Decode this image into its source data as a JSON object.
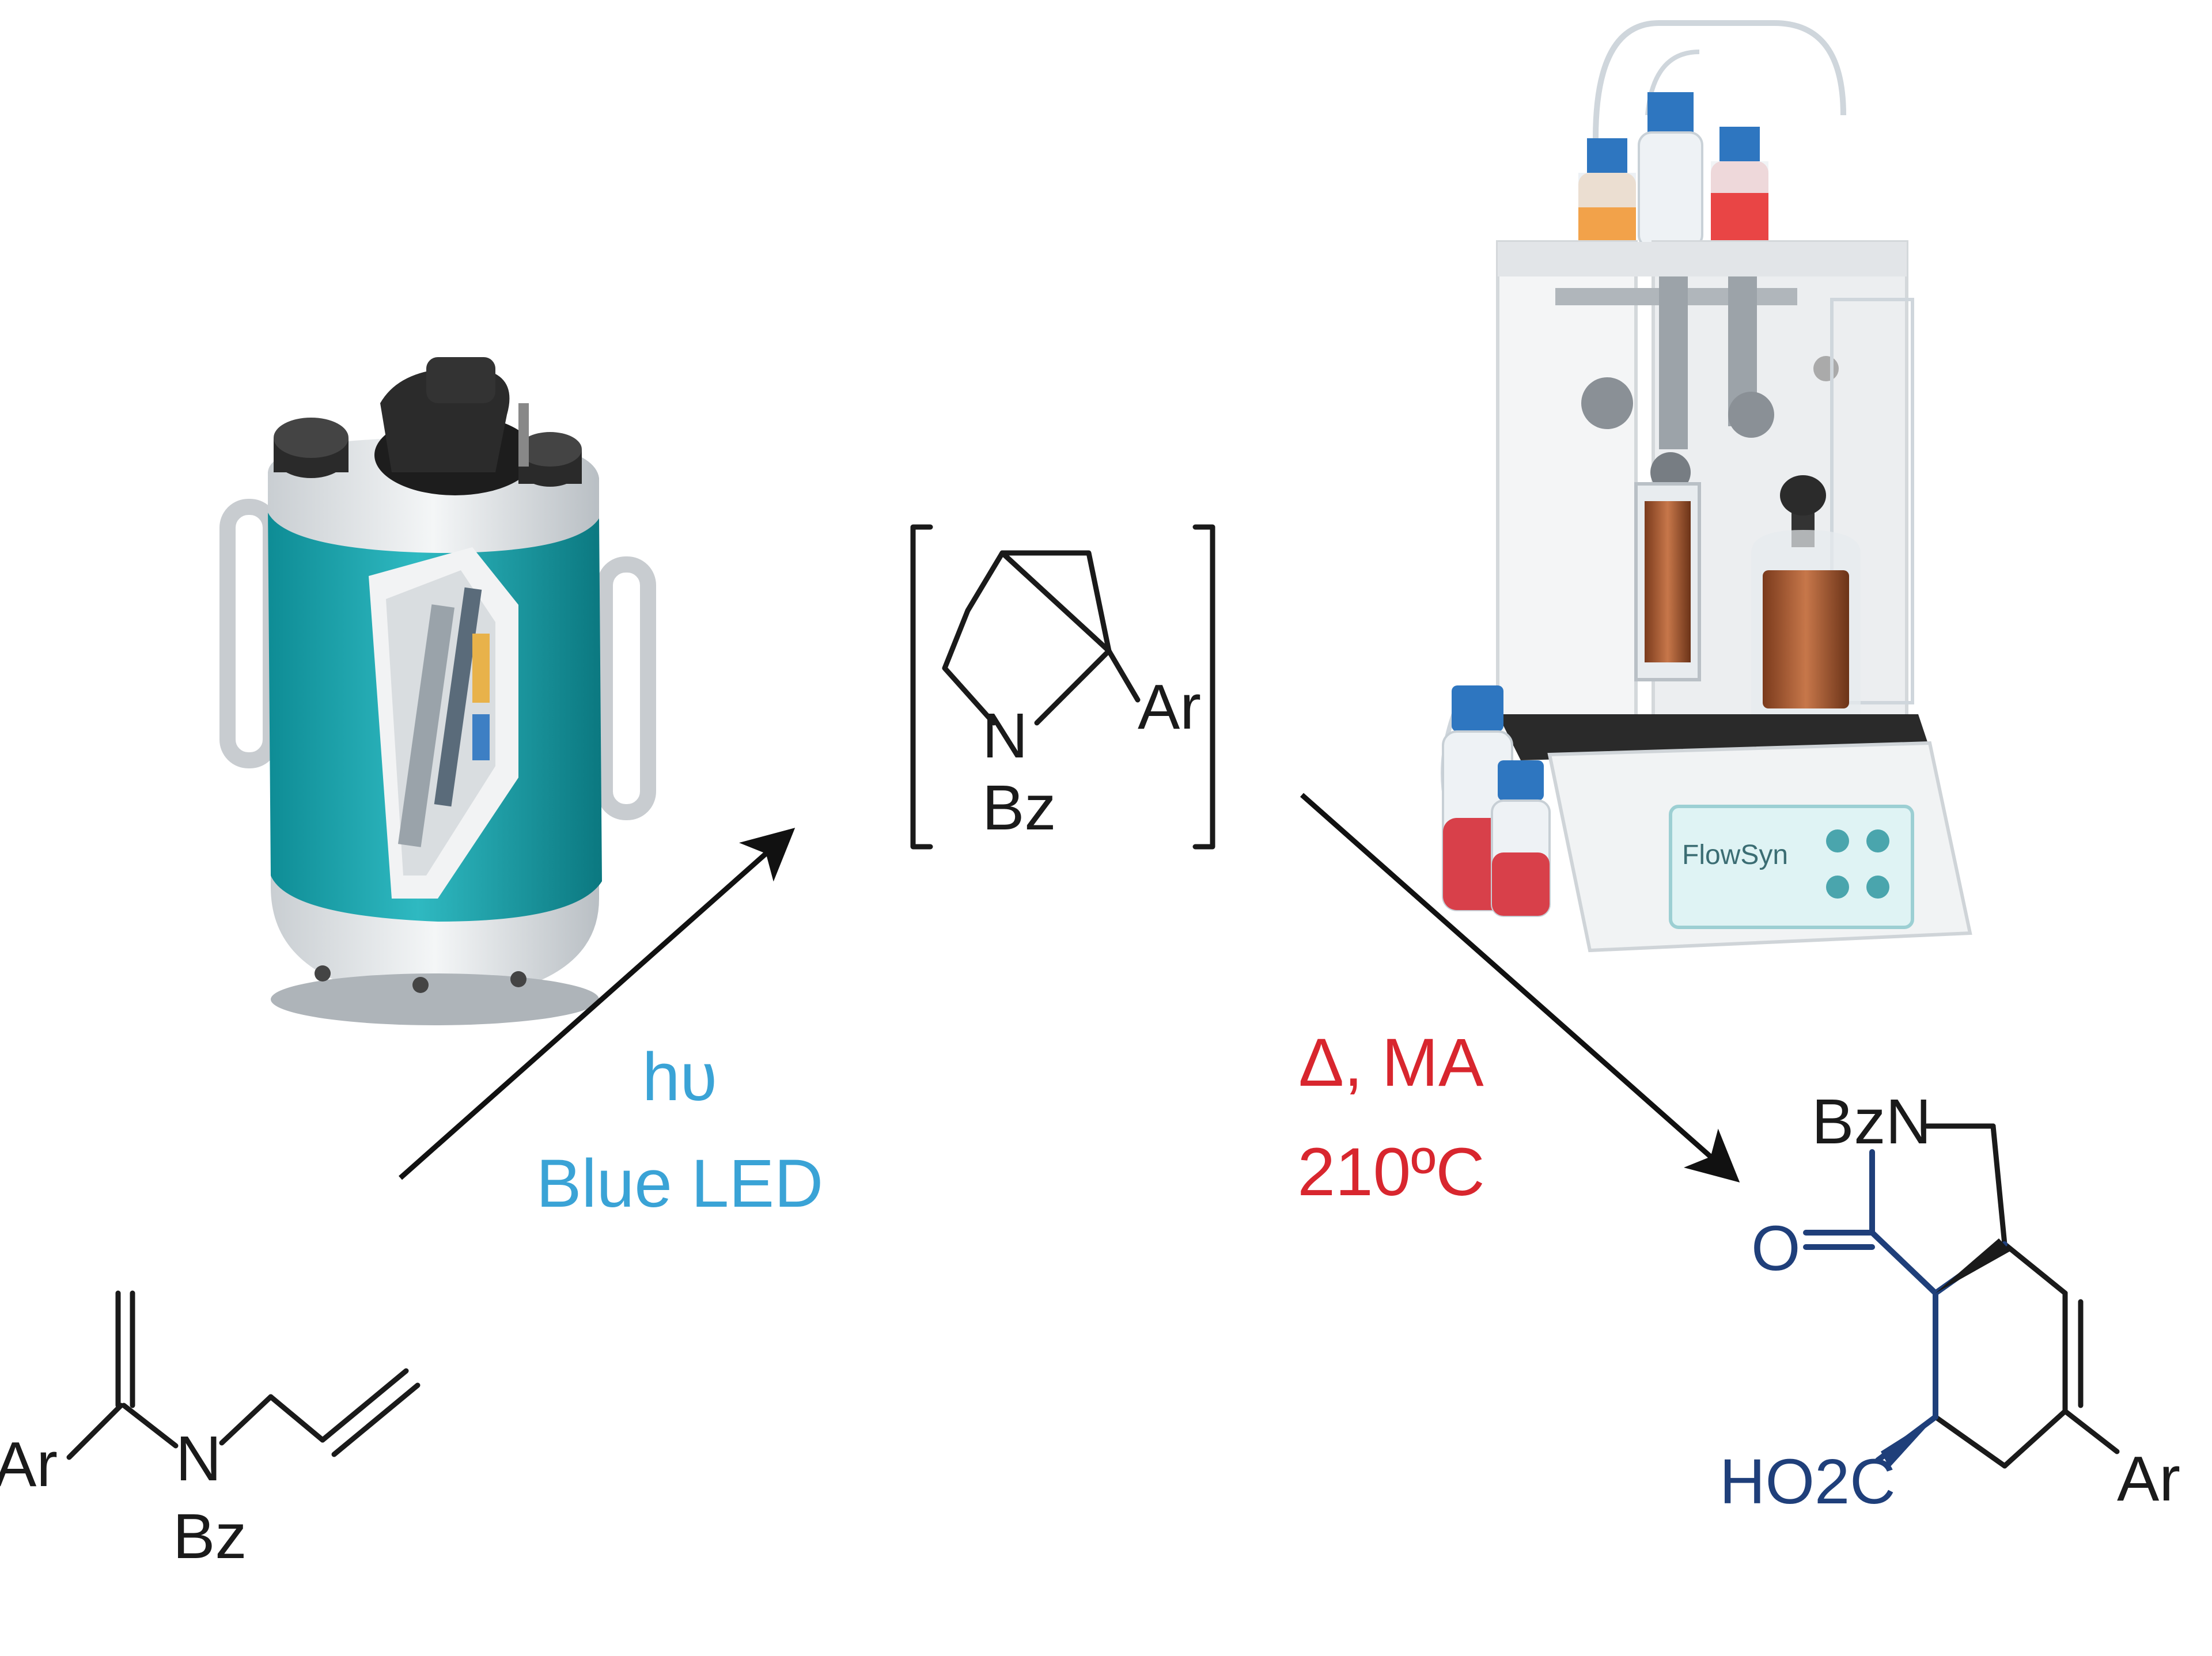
{
  "starting_material": {
    "ar_label": "Ar",
    "n_label": "N",
    "bz_label": "Bz"
  },
  "intermediate": {
    "n_label": "N",
    "bz_label": "Bz",
    "ar_label": "Ar"
  },
  "step1": {
    "line1": "hυ",
    "line2": "Blue LED",
    "color": "#3aa3d6"
  },
  "step2": {
    "line1": "Δ, MA",
    "line2": "210ºC",
    "color": "#d8262e"
  },
  "product": {
    "bzn_label": "BzN",
    "o_label": "O",
    "ho2c_label": "HO2C",
    "ar_label": "Ar",
    "color": "#1f3f7a"
  },
  "devices": {
    "photoreactor_icon": "photoreactor-icon",
    "flow_reactor_icon": "flow-reactor-icon",
    "flow_reactor_screen_text": "FlowSyn"
  }
}
